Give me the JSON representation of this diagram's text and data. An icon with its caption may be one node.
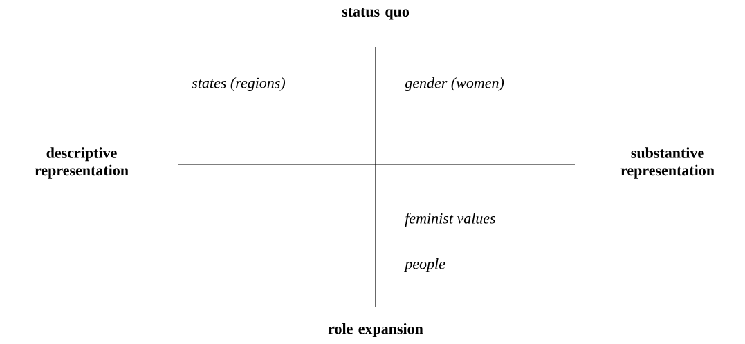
{
  "diagram": {
    "labels": [
      "status quo",
      "states (regions)",
      "gender (women)",
      "descriptive representation",
      "substantive representation",
      "feminist values",
      "people",
      "role expansion"
    ]
  }
}
